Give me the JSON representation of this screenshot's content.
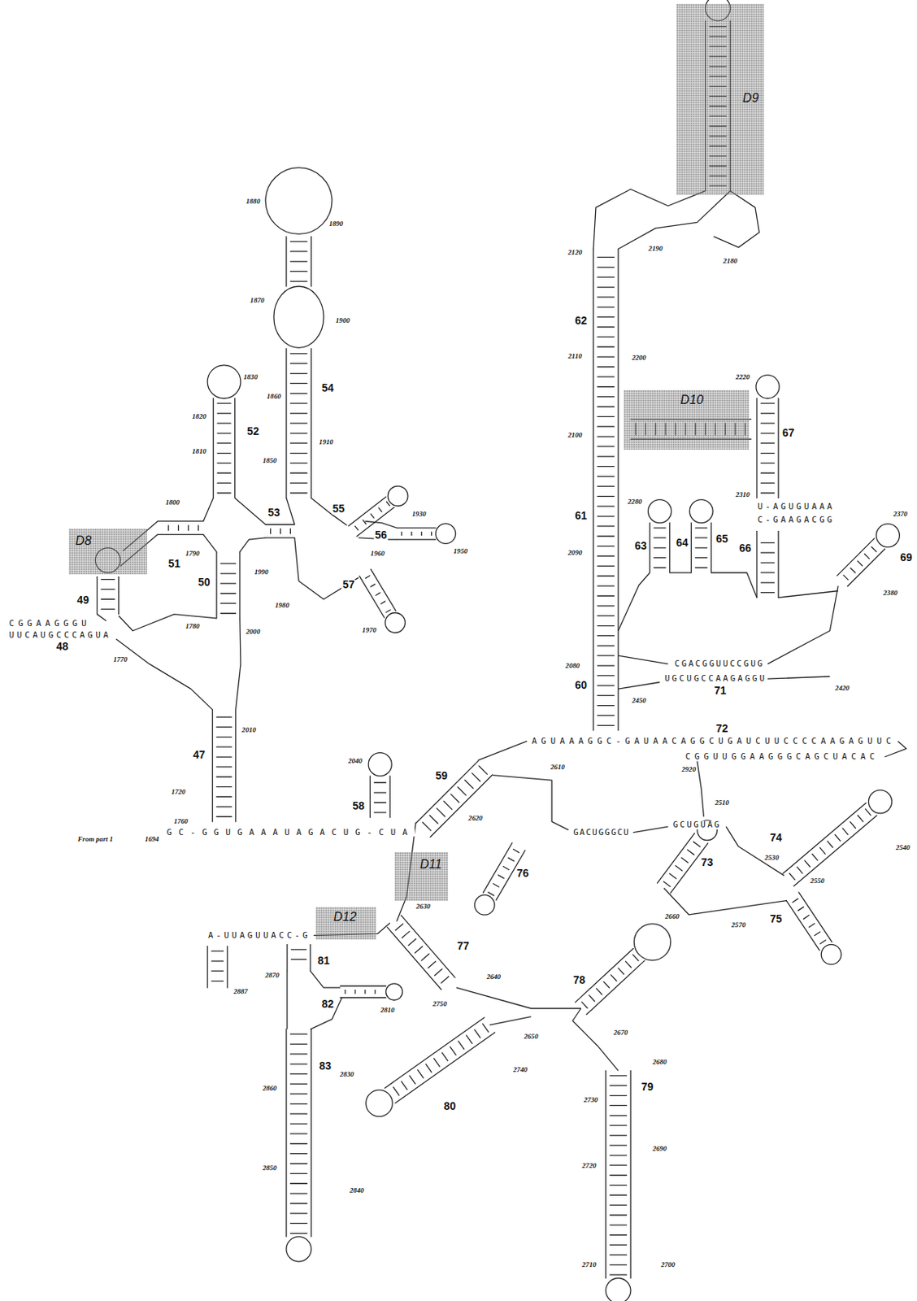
{
  "diagram": {
    "nodes": [
      {
        "text": [
          "D8"
        ]
      },
      {
        "text": [
          "D9"
        ]
      },
      {
        "text": [
          "D10"
        ]
      },
      {
        "text": [
          "D11"
        ]
      },
      {
        "text": [
          "D12"
        ]
      }
    ],
    "labels": [
      "47",
      "48",
      "49",
      "50",
      "51",
      "52",
      "53",
      "54",
      "55",
      "56",
      "57",
      "58",
      "59",
      "60",
      "61",
      "62",
      "63",
      "64",
      "65",
      "66",
      "67",
      "69",
      "71",
      "72",
      "73",
      "74",
      "75",
      "76",
      "77",
      "78",
      "79",
      "80",
      "81",
      "82",
      "83",
      "1694",
      "1720",
      "1760",
      "1770",
      "1780",
      "1790",
      "1800",
      "1810",
      "1820",
      "1830",
      "1850",
      "1860",
      "1870",
      "1880",
      "1890",
      "1900",
      "1910",
      "1930",
      "1950",
      "1960",
      "1970",
      "1980",
      "1990",
      "2000",
      "2010",
      "2040",
      "2080",
      "2090",
      "2100",
      "2110",
      "2120",
      "2180",
      "2190",
      "2200",
      "2220",
      "2280",
      "2310",
      "2370",
      "2380",
      "2420",
      "2450",
      "2510",
      "2530",
      "2540",
      "2550",
      "2570",
      "2610",
      "2620",
      "2630",
      "2640",
      "2650",
      "2660",
      "2670",
      "2680",
      "2690",
      "2700",
      "2710",
      "2720",
      "2730",
      "2740",
      "2750",
      "2810",
      "2830",
      "2840",
      "2850",
      "2860",
      "2870",
      "2887",
      "2920",
      "From part 1",
      "GC-GGUGAAAUAGACUG-CUA",
      "AGUAAAGGC-GAUAACAGGCUGAUCUUCCCCAAGAGUUC",
      "CGGUUGGAAGGGCAGCUACAC",
      "A-UUAGUUACC-G",
      "GACUGGGCU",
      "GCUGUAG",
      "U-AGUGUAAA",
      "C-GAAGACGG",
      "CGACGGUUCCGUG",
      "UGCUGCCAAGAGGU",
      "CGGAAGGGU",
      "UUCAUGCCCAGUA"
    ]
  }
}
